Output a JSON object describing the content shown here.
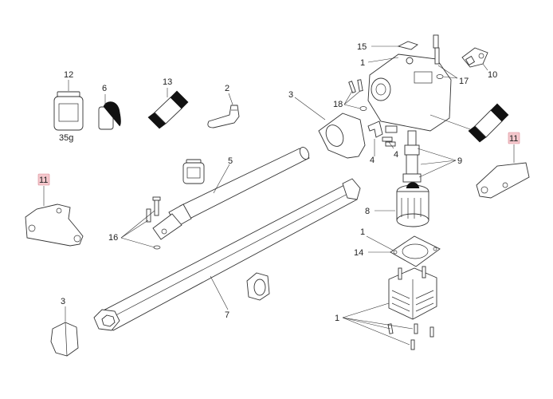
{
  "colors": {
    "callout_highlight": "#f4c7cc",
    "callout_highlight_border": "#d98a94",
    "line": "#333333"
  },
  "callouts": {
    "c1_top": "1",
    "c2": "2",
    "c3_upper": "3",
    "c3_lower": "3",
    "c4a": "4",
    "c4b": "4",
    "c5": "5",
    "c6": "6",
    "c7": "7",
    "c8": "8",
    "c9": "9",
    "c10": "10",
    "c11_left": "11",
    "c11_right": "11",
    "c12": "12",
    "c13": "13",
    "c14": "14",
    "c15": "15",
    "c16": "16",
    "c17": "17",
    "c18": "18",
    "c1_mid": "1",
    "c1_bottom": "1"
  },
  "jar_12_label": "35g"
}
